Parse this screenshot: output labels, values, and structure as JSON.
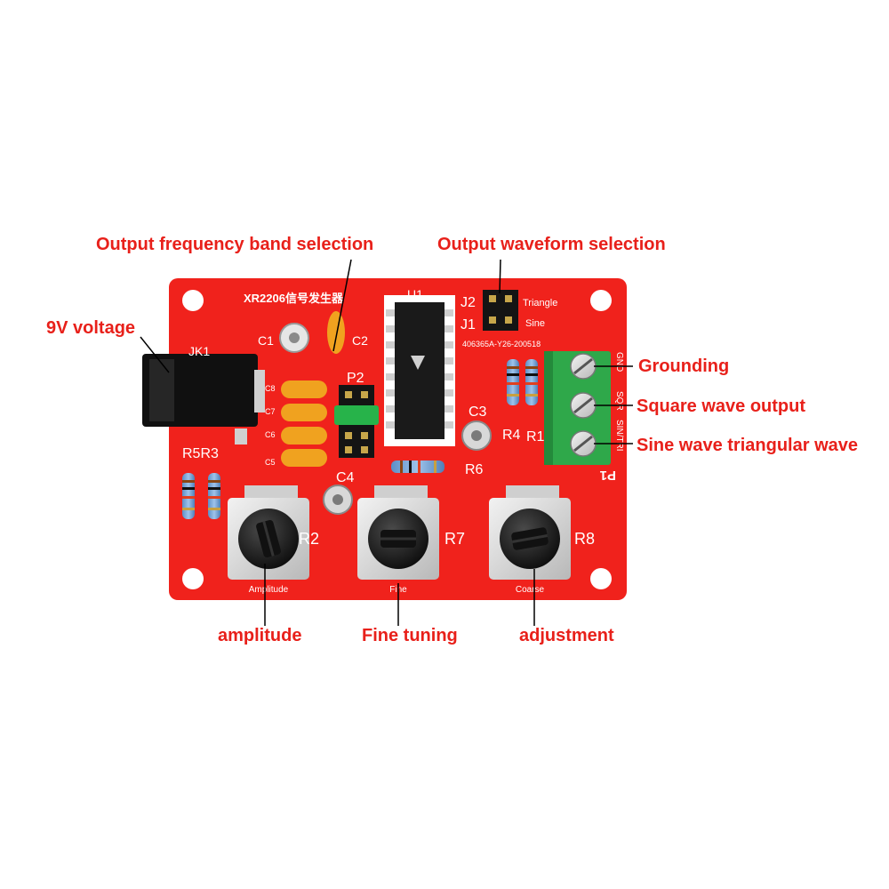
{
  "colors": {
    "pcb": "#f0221c",
    "callout_text": "#e8201a",
    "silkscreen": "#ffffff",
    "terminal_block": "#2fa84a",
    "jumper_cap": "#27b34a"
  },
  "callouts": {
    "freq_band": "Output frequency band selection",
    "waveform": "Output waveform selection",
    "voltage": "9V voltage",
    "grounding": "Grounding",
    "square": "Square wave output",
    "sine_tri": "Sine wave triangular wave",
    "amplitude": "amplitude",
    "fine_tuning": "Fine tuning",
    "adjustment": "adjustment"
  },
  "silkscreen": {
    "board_title": "XR2206信号发生器",
    "jk1": "JK1",
    "c1": "C1",
    "c2": "C2",
    "u1": "U1",
    "j2": "J2",
    "j1": "J1",
    "triangle": "Triangle",
    "sine": "Sine",
    "board_code": "406365A-Y26-200518",
    "p2": "P2",
    "c3": "C3",
    "r4": "R4",
    "r1": "R1",
    "r6": "R6",
    "c4": "C4",
    "c5": "C5",
    "c6": "C6",
    "c7": "C7",
    "c8": "C8",
    "r5r3": "R5R3",
    "r2": "R2",
    "r7": "R7",
    "r8": "R8",
    "p1": "P1",
    "gnd": "GND",
    "sqr": "SQR",
    "sintri": "SIN/TRI",
    "amplitude": "Amplitude",
    "fine": "Fine",
    "coarse": "Coarse"
  }
}
